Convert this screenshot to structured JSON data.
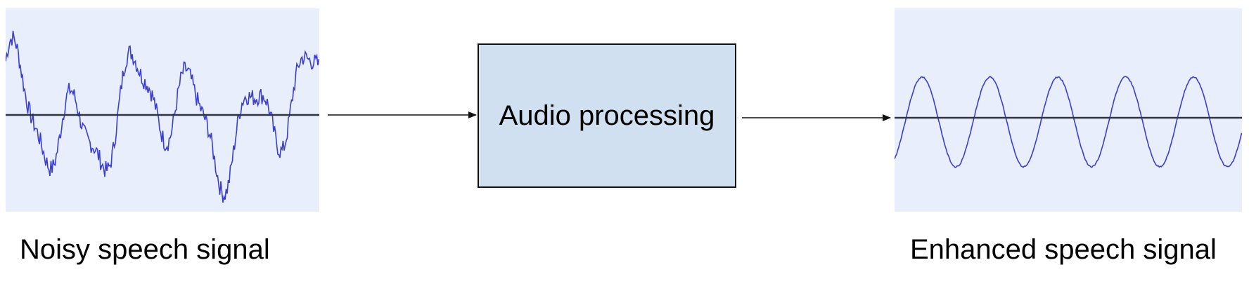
{
  "diagram": {
    "input": {
      "caption": "Noisy speech signal",
      "signal": "noisy"
    },
    "process": {
      "label": "Audio processing"
    },
    "output": {
      "caption": "Enhanced speech signal",
      "signal": "enhanced"
    }
  },
  "colors": {
    "panel_background": "#e8eefc",
    "waveform": "#3a3fd0",
    "baseline": "#2f3440",
    "process_fill": "#d0e0f0",
    "process_border": "#111111",
    "arrow": "#111111"
  }
}
